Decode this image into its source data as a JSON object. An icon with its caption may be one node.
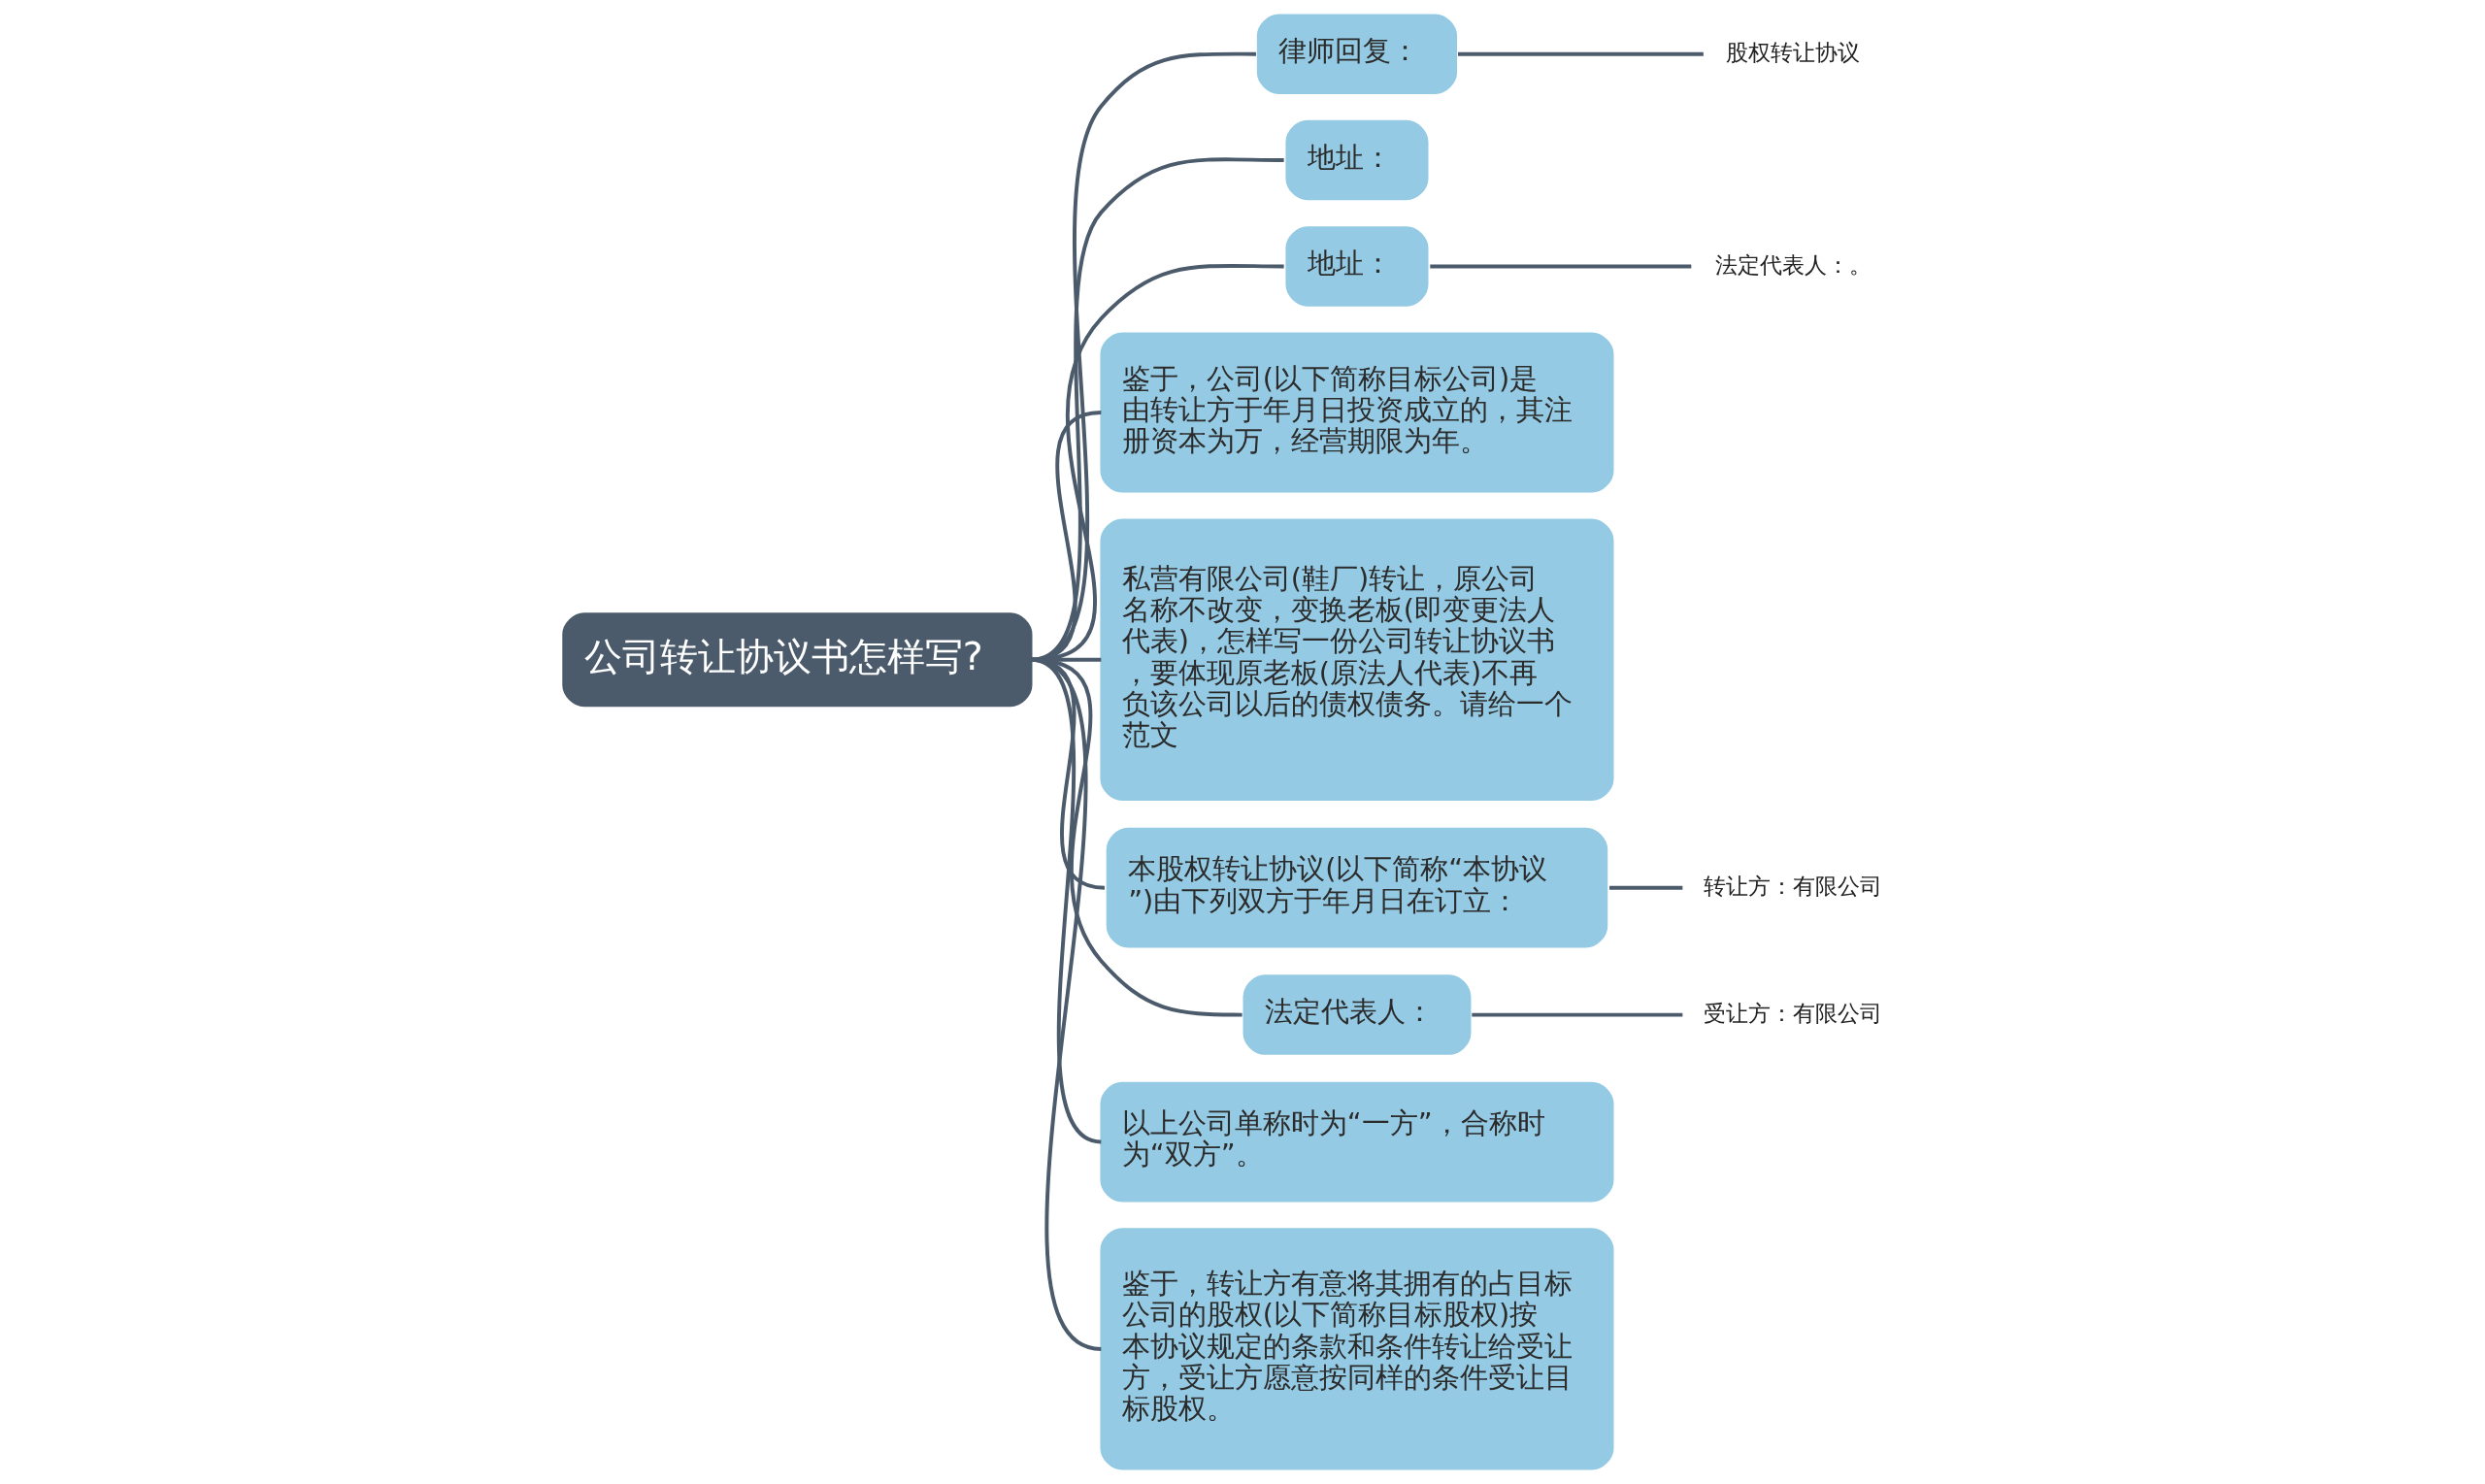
{
  "diagram": {
    "nodes": [
      {
        "text": [
          "公司转让协议书怎样写?"
        ]
      },
      {
        "text": [
          "律师回复："
        ]
      },
      {
        "text": [
          "股权转让协议"
        ]
      },
      {
        "text": [
          "地址："
        ]
      },
      {
        "text": [
          "地址："
        ]
      },
      {
        "text": [
          "法定代表人：。"
        ]
      },
      {
        "text": [
          "鉴于，公司(以下简称目标公司)是由转让方于年月日投资成立的，其注册资本为万，经营期限为年。"
        ]
      },
      {
        "text": [
          "私营有限公司(鞋厂)转让，原公司名称不改变，变换老板(即变更法人代表)，怎样写一份公司转让协议书，要体现原老板(原法人代表)不再负该公司以后的债权债务。请给一个范文"
        ]
      },
      {
        "text": [
          "本股权转让协议(以下简称“本协议”)由下列双方于年月日在订立："
        ]
      },
      {
        "text": [
          "转让方：有限公司"
        ]
      },
      {
        "text": [
          "法定代表人："
        ]
      },
      {
        "text": [
          "受让方：有限公司"
        ]
      },
      {
        "text": [
          "以上公司单称时为“一方”，合称时为“双方”。"
        ]
      },
      {
        "text": [
          "鉴于，转让方有意将其拥有的占目标公司的股权(以下简称目标股权)按本协议规定的条款和条件转让给受让方，受让方愿意按同样的条件受让目标股权。"
        ]
      }
    ],
    "edges": [
      {
        "from": 0,
        "to": 1,
        "arrow": "none"
      },
      {
        "from": 1,
        "to": 2,
        "arrow": "none"
      },
      {
        "from": 0,
        "to": 3,
        "arrow": "none"
      },
      {
        "from": 0,
        "to": 4,
        "arrow": "none"
      },
      {
        "from": 4,
        "to": 5,
        "arrow": "none"
      },
      {
        "from": 0,
        "to": 6,
        "arrow": "none"
      },
      {
        "from": 0,
        "to": 7,
        "arrow": "none"
      },
      {
        "from": 0,
        "to": 8,
        "arrow": "none"
      },
      {
        "from": 8,
        "to": 9,
        "arrow": "none"
      },
      {
        "from": 0,
        "to": 10,
        "arrow": "none"
      },
      {
        "from": 10,
        "to": 11,
        "arrow": "none"
      },
      {
        "from": 0,
        "to": 12,
        "arrow": "none"
      },
      {
        "from": 0,
        "to": 13,
        "arrow": "none"
      }
    ]
  }
}
